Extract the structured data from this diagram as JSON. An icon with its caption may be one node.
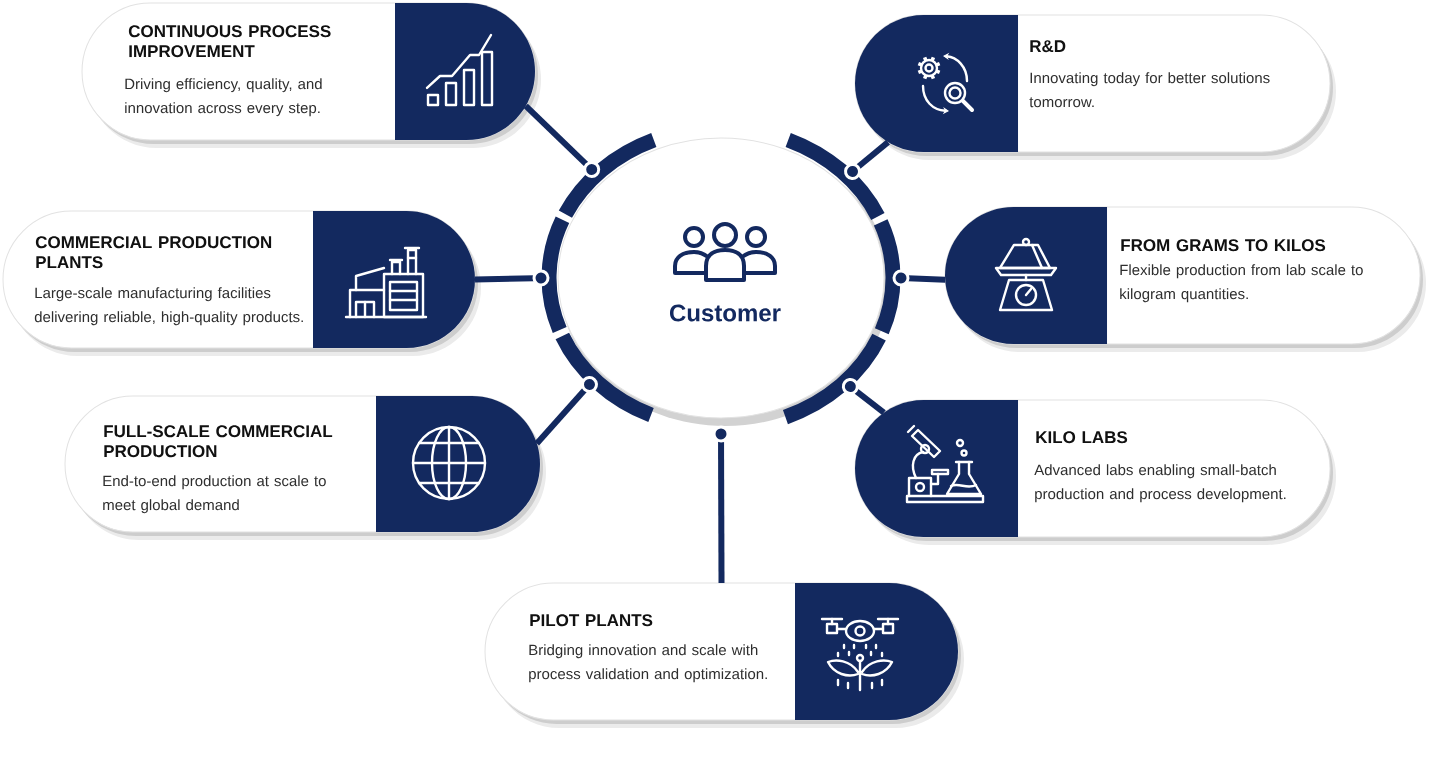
{
  "diagram": {
    "nodes": [
      {
        "text": [
          "Customer"
        ]
      },
      {
        "text": [
          "CONTINUOUS PROCESS IMPROVEMENT",
          "Driving efficiency, quality, and innovation across every step."
        ]
      },
      {
        "text": [
          "R&D",
          "Innovating today for better solutions tomorrow."
        ]
      },
      {
        "text": [
          "COMMERCIAL PRODUCTION PLANTS",
          "Large-scale manufacturing facilities delivering reliable, high-quality products."
        ]
      },
      {
        "text": [
          "FROM GRAMS TO KILOS",
          "Flexible production from lab scale to kilogram quantities."
        ]
      },
      {
        "text": [
          "FULL-SCALE COMMERCIAL PRODUCTION",
          "End-to-end production at scale to meet global demand"
        ]
      },
      {
        "text": [
          "KILO LABS",
          "Advanced labs enabling small-batch production and process development."
        ]
      },
      {
        "text": [
          "PILOT PLANTS",
          "Bridging innovation and scale with process validation and optimization."
        ]
      }
    ],
    "edges": [
      {
        "from": 0,
        "to": 1,
        "arrow": "other"
      },
      {
        "from": 0,
        "to": 2,
        "arrow": "other"
      },
      {
        "from": 0,
        "to": 3,
        "arrow": "other"
      },
      {
        "from": 0,
        "to": 4,
        "arrow": "other"
      },
      {
        "from": 0,
        "to": 5,
        "arrow": "other"
      },
      {
        "from": 0,
        "to": 6,
        "arrow": "other"
      },
      {
        "from": 0,
        "to": 7,
        "arrow": "other"
      }
    ]
  }
}
